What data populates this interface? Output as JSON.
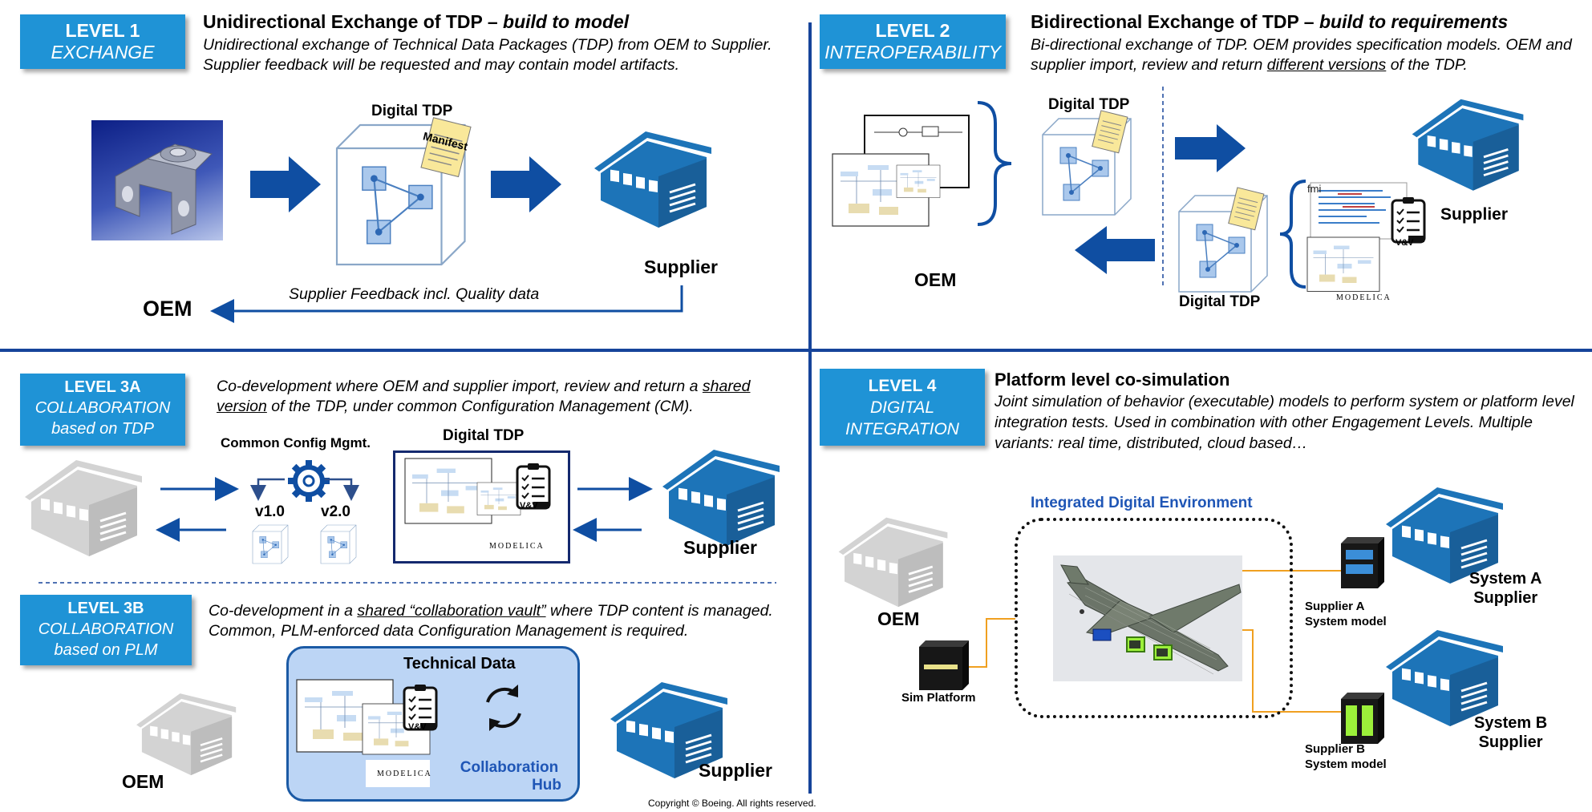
{
  "quadrants": {
    "level1": {
      "badge_line1": "LEVEL 1",
      "badge_line2": "EXCHANGE",
      "title_main": "Unidirectional Exchange of TDP – ",
      "title_italic": "build to model",
      "description": "Unidirectional exchange of Technical Data Packages (TDP) from OEM to Supplier. Supplier feedback will be requested and may contain model artifacts.",
      "digital_tdp_label": "Digital TDP",
      "manifest_label": "Manifest",
      "supplier_label": "Supplier",
      "feedback_label": "Supplier Feedback incl. Quality data",
      "oem_label": "OEM"
    },
    "level2": {
      "badge_line1": "LEVEL 2",
      "badge_line2": "INTEROPERABILITY",
      "title_main": "Bidirectional Exchange of TDP – ",
      "title_italic": "build to requirements",
      "description_part1": "Bi-directional exchange of TDP. OEM provides specification models. OEM and supplier import, review and return ",
      "description_underlined": "different versions",
      "description_part2": " of the TDP.",
      "digital_tdp_top": "Digital TDP",
      "digital_tdp_bottom": "Digital TDP",
      "oem_label": "OEM",
      "supplier_label": "Supplier",
      "modelica_label": "MODELICA",
      "fmi_label": "fmi",
      "vv_label": "V&V"
    },
    "level3a": {
      "badge_line1": "LEVEL 3A",
      "badge_line2": "COLLABORATION",
      "badge_line3": "based on TDP",
      "description_part1": "Co-development where OEM and supplier import, review and return a ",
      "description_underlined": "shared version",
      "description_part2": " of the TDP, under common Configuration Management (CM).",
      "config_label": "Common Config Mgmt.",
      "v1_label": "v1.0",
      "v2_label": "v2.0",
      "digital_tdp_label": "Digital TDP",
      "supplier_label": "Supplier",
      "modelica_label": "MODELICA",
      "vv_label": "V&V"
    },
    "level3b": {
      "badge_line1": "LEVEL 3B",
      "badge_line2": "COLLABORATION",
      "badge_line3": "based on PLM",
      "description_part1": "Co-development in a ",
      "description_underlined": "shared “collaboration vault”",
      "description_part2": " where TDP content is managed. Common, PLM-enforced data Configuration Management is required.",
      "technical_data_label": "Technical Data",
      "hub_label_line1": "Collaboration",
      "hub_label_line2": "Hub",
      "oem_label": "OEM",
      "supplier_label": "Supplier",
      "modelica_label": "MODELICA",
      "vv_label": "V&V"
    },
    "level4": {
      "badge_line1": "LEVEL 4",
      "badge_line2": "DIGITAL",
      "badge_line3": "INTEGRATION",
      "title": "Platform level co-simulation",
      "description": "Joint simulation of behavior (executable) models to perform system or platform level integration tests. Used in combination with other Engagement Levels. Multiple variants: real time, distributed, cloud based…",
      "environment_label": "Integrated Digital  Environment",
      "oem_label": "OEM",
      "sim_platform_label": "Sim Platform",
      "supplier_a_model_line1": "Supplier A",
      "supplier_a_model_line2": "System model",
      "supplier_b_model_line1": "Supplier B",
      "supplier_b_model_line2": "System model",
      "system_a_line1": "System A",
      "system_a_line2": "Supplier",
      "system_b_line1": "System B",
      "system_b_line2": "Supplier"
    }
  },
  "copyright": "Copyright © Boeing. All rights reserved.",
  "colors": {
    "badge": "#1f93d6",
    "arrow": "#0f4ea2",
    "divider": "#16449a",
    "factory_blue": "#1d74b8",
    "factory_gray": "#d3d3d3",
    "hub_bg": "#bcd5f5",
    "env_title": "#1f56b6",
    "wire": "#f0a020",
    "highlight": "#9cf03a"
  }
}
